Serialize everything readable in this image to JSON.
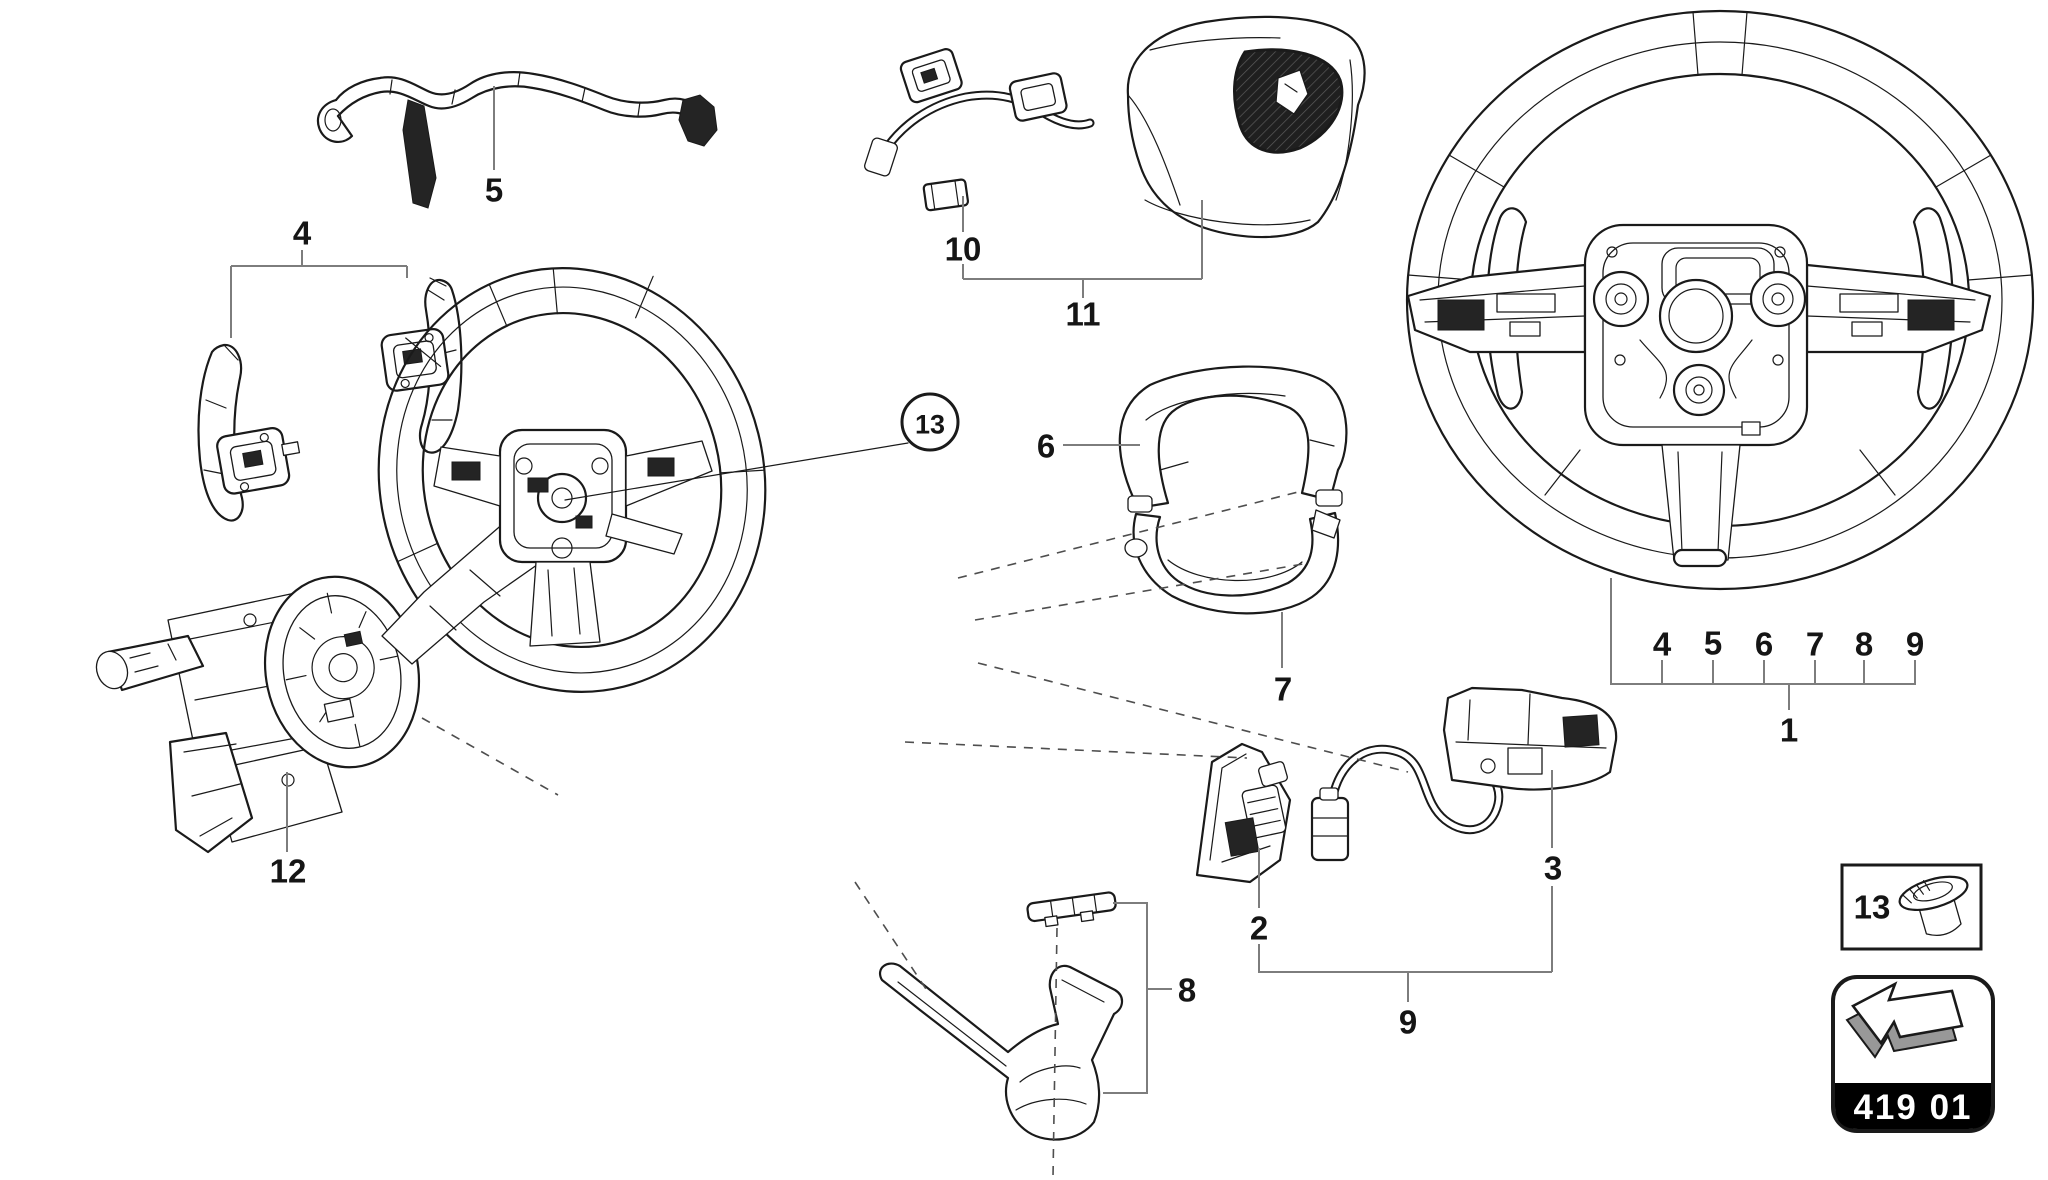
{
  "diagram": {
    "type": "exploded-parts-diagram",
    "subject": "steering-wheel-assembly",
    "page_code": "419 01",
    "colors": {
      "paper": "#ffffff",
      "line": "#1a1a1a",
      "leader": "#7d7d7d",
      "dashed": "#4e4e4e",
      "badge_bg": "#000000",
      "badge_text": "#ffffff"
    }
  },
  "labels": {
    "part1": "1",
    "part2": "2",
    "part3": "3",
    "part4": "4",
    "part5": "5",
    "part6": "6",
    "part7": "7",
    "part8": "8",
    "part9": "9",
    "part10": "10",
    "part11": "11",
    "part12": "12"
  },
  "legend": {
    "numbers": [
      "4",
      "5",
      "6",
      "7",
      "8",
      "9"
    ],
    "group_label": "1"
  },
  "callout": {
    "number": "13"
  },
  "inset": {
    "number": "13"
  },
  "badge": {
    "code": "419 01"
  }
}
